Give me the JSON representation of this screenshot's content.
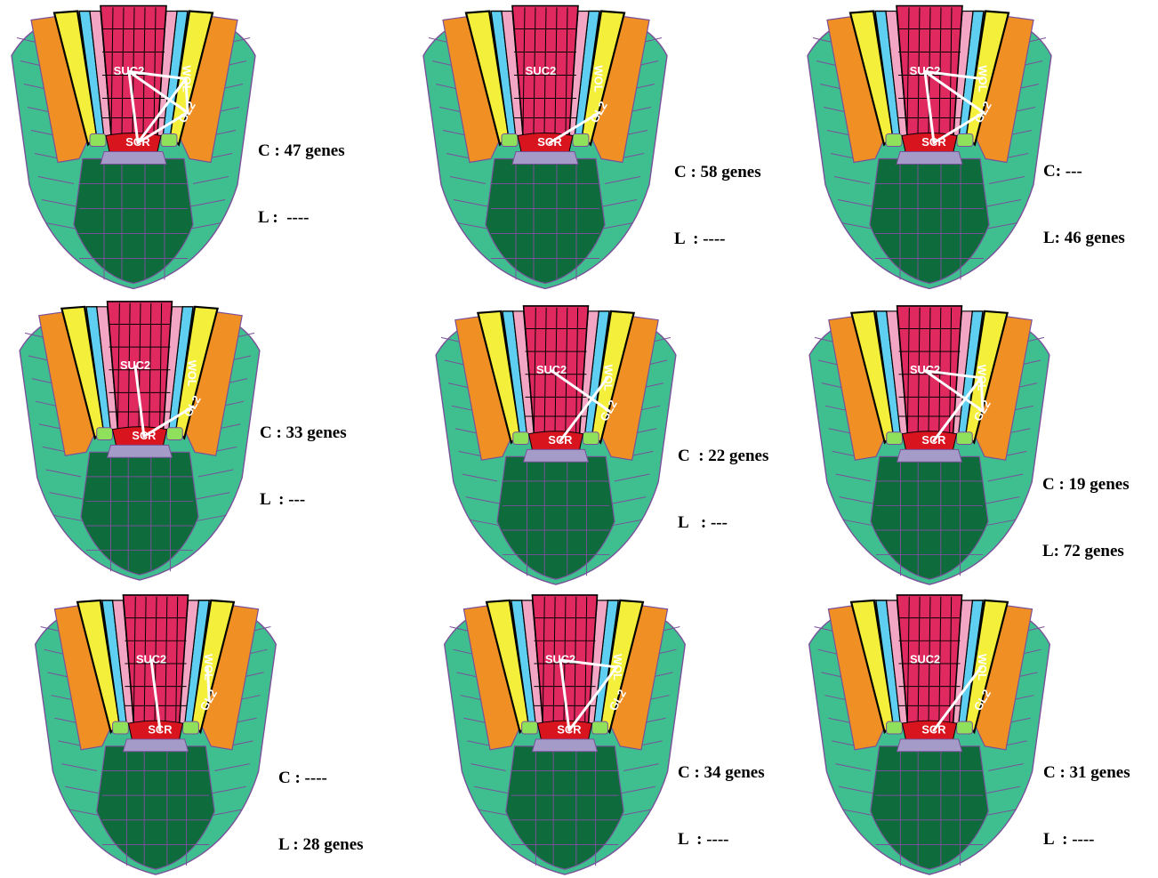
{
  "colors": {
    "cortex_outer": "#3fbf8f",
    "root_cap": "#0e6b3c",
    "vasculature": "#e02a5f",
    "pericycle": "#f2a6c4",
    "endodermis": "#f4ef3a",
    "cortex": "#ef8f24",
    "epidermis_inner": "#5ecff0",
    "scr": "#d8141f",
    "qc": "#a59bc9",
    "lime": "#8fe05a",
    "network_line": "#ffffff"
  },
  "gene_labels": {
    "suc2": "SUC2",
    "wol": "WOL",
    "gl2": "GL2",
    "scr": "SCR"
  },
  "panels": [
    {
      "c_text": "C : 47 genes",
      "l_text": "L :  ----",
      "edges": [
        [
          "SUC2",
          "WOL"
        ],
        [
          "SUC2",
          "GL2"
        ],
        [
          "SUC2",
          "SCR"
        ],
        [
          "WOL",
          "GL2"
        ],
        [
          "WOL",
          "SCR"
        ],
        [
          "GL2",
          "SCR"
        ]
      ]
    },
    {
      "c_text": "C : 58 genes",
      "l_text": "L  : ----",
      "edges": [
        [
          "GL2",
          "SCR"
        ]
      ]
    },
    {
      "c_text": "C: ---",
      "l_text": "L: 46 genes",
      "edges": [
        [
          "SUC2",
          "GL2"
        ],
        [
          "SUC2",
          "SCR"
        ],
        [
          "GL2",
          "SCR"
        ],
        [
          "SUC2",
          "WOL"
        ]
      ]
    },
    {
      "c_text": "C : 33 genes",
      "l_text": "L  : ---",
      "edges": [
        [
          "SUC2",
          "SCR"
        ],
        [
          "GL2",
          "SCR"
        ]
      ]
    },
    {
      "c_text": "C  : 22 genes",
      "l_text": "L   : ---",
      "edges": [
        [
          "SUC2",
          "GL2"
        ],
        [
          "WOL",
          "SCR"
        ]
      ]
    },
    {
      "c_text": "C : 19 genes",
      "l_text": "L: 72 genes",
      "edges": [
        [
          "SUC2",
          "WOL"
        ],
        [
          "SUC2",
          "GL2"
        ],
        [
          "WOL",
          "GL2"
        ],
        [
          "WOL",
          "SCR"
        ]
      ]
    },
    {
      "c_text": "C : ----",
      "l_text": "L : 28 genes",
      "edges": [
        [
          "SUC2",
          "SCR"
        ],
        [
          "WOL",
          "GL2"
        ]
      ]
    },
    {
      "c_text": "C : 34 genes",
      "l_text": "L  : ----",
      "edges": [
        [
          "SUC2",
          "WOL"
        ],
        [
          "SUC2",
          "SCR"
        ],
        [
          "WOL",
          "SCR"
        ]
      ]
    },
    {
      "c_text": "C : 31 genes",
      "l_text": "L  : ----",
      "edges": [
        [
          "WOL",
          "SCR"
        ]
      ]
    }
  ]
}
